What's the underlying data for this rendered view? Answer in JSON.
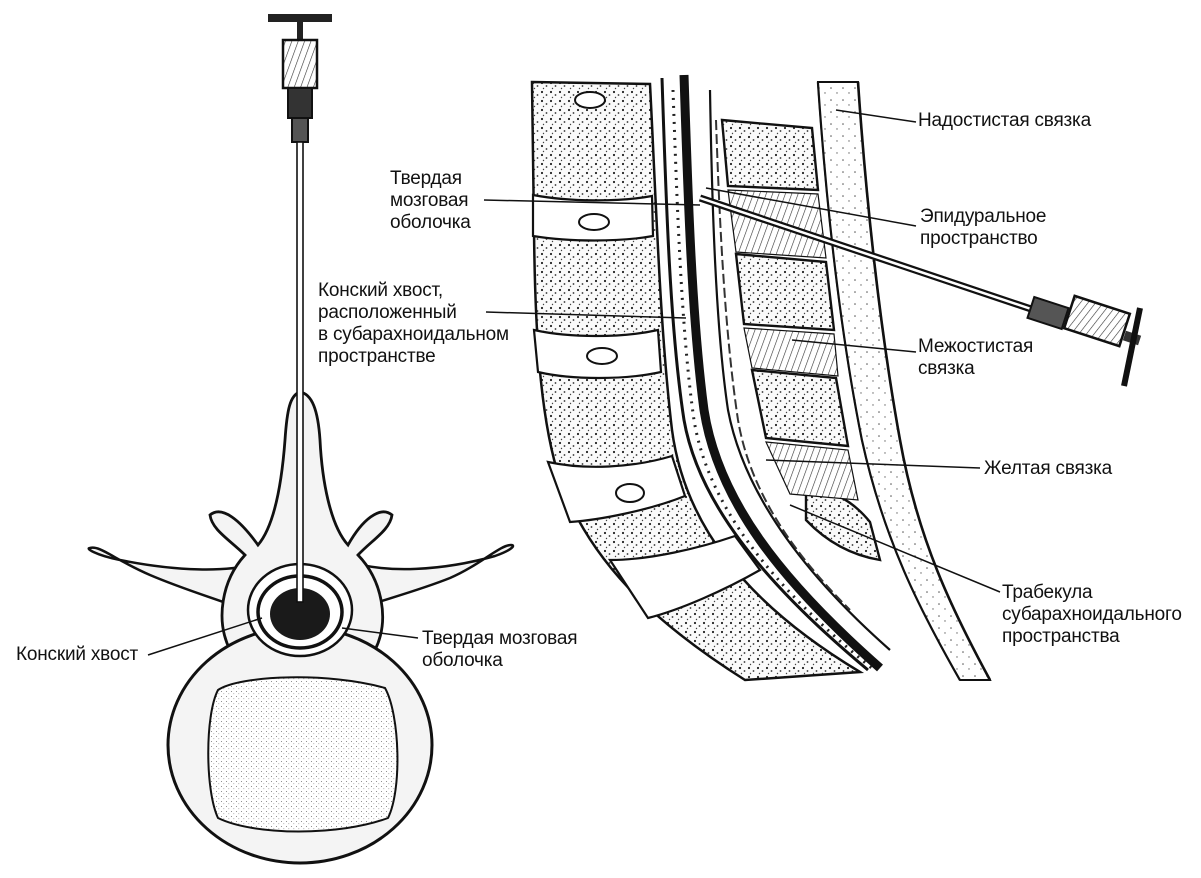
{
  "labels": {
    "dura_top": [
      "Твердая",
      "мозговая",
      "оболочка"
    ],
    "cauda_sub": [
      "Конский хвост,",
      "расположенный",
      "в субарахноидальном",
      "пространстве"
    ],
    "cauda_left": [
      "Конский хвост"
    ],
    "dura_bottom": [
      "Твердая мозговая",
      "оболочка"
    ],
    "supraspinous": [
      "Надостистая связка"
    ],
    "epidural": [
      "Эпидуральное",
      "пространство"
    ],
    "interspinous": [
      "Межостистая",
      "связка"
    ],
    "yellow": [
      "Желтая связка"
    ],
    "trabecula": [
      "Трабекула",
      "субарахноидального",
      "пространства"
    ]
  },
  "colors": {
    "ink": "#111111",
    "background": "#ffffff",
    "bone_fill": "#f4f4f4"
  }
}
